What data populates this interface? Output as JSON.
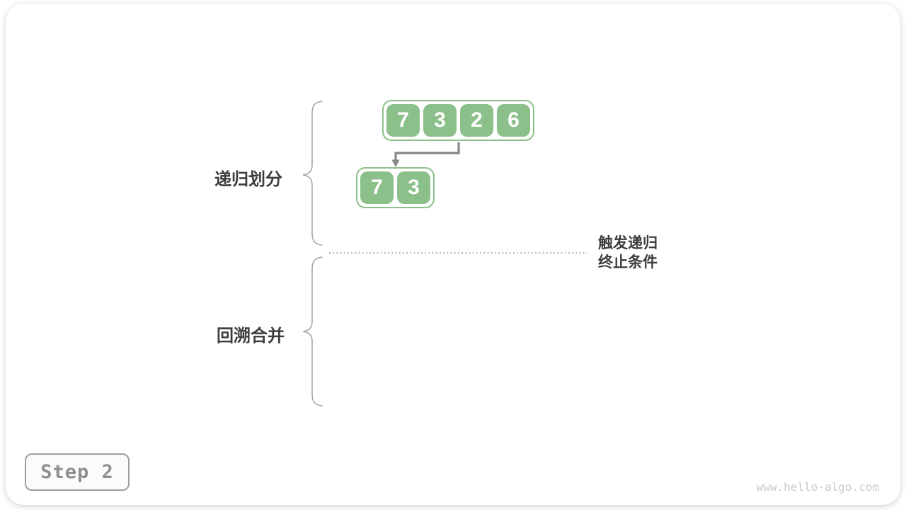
{
  "diagram": {
    "phase_labels": {
      "divide": "递归划分",
      "merge": "回溯合并"
    },
    "annotation": {
      "line1": "触发递归",
      "line2": "终止条件"
    },
    "arrays": {
      "top": [
        "7",
        "3",
        "2",
        "6"
      ],
      "sub": [
        "7",
        "3"
      ]
    },
    "colors": {
      "cell_green": "#8cc08a",
      "arrow_gray": "#868686",
      "text_dark": "#3d3d3d",
      "brace_gray": "#a3a3a3",
      "dotted_line_gray": "#999999",
      "step_text_gray": "#8f8f8f",
      "watermark_gray": "#c9c9c9"
    }
  },
  "footer": {
    "step_label": "Step 2",
    "url": "www.hello-algo.com"
  }
}
